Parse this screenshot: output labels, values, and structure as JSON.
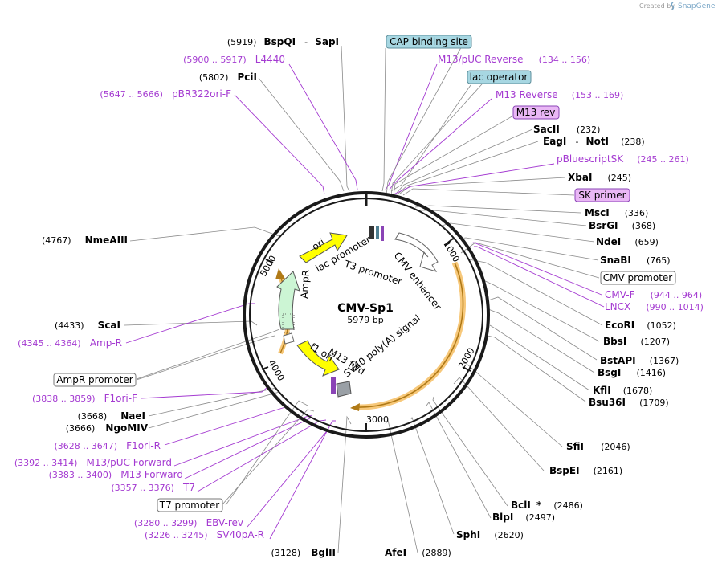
{
  "credit": {
    "created_by": "Created by",
    "brand": "SnapGene"
  },
  "plasmid": {
    "name": "CMV-Sp1",
    "size": "5979 bp"
  },
  "ticks": [
    "1000",
    "2000",
    "3000",
    "4000",
    "5000"
  ],
  "inner_features": {
    "ori": "ori",
    "lac_promoter": "lac promoter",
    "t3_promoter": "T3 promoter",
    "cmv_enhancer": "CMV enhancer",
    "ampr": "AmpR",
    "f1_ori": "f1 ori",
    "m13_fwd": "M13 fwd",
    "sv40": "SV40 poly(A) signal"
  },
  "labels": {
    "l01": {
      "pos": "(5919)",
      "name": "BspQI",
      "dash": "-",
      "name2": "SapI"
    },
    "l02": {
      "range": "(5900 .. 5917)",
      "name": "L4440"
    },
    "l03": {
      "pos": "(5802)",
      "name": "PciI"
    },
    "l04": {
      "range": "(5647 .. 5666)",
      "name": "pBR322ori-F"
    },
    "l05": {
      "name": "NmeAIII",
      "pos": "(4767)"
    },
    "l06": {
      "name": "ScaI",
      "pos": "(4433)"
    },
    "l07": {
      "range": "(4345 .. 4364)",
      "name": "Amp-R"
    },
    "l08": {
      "name": "AmpR promoter"
    },
    "l09": {
      "range": "(3838 .. 3859)",
      "name": "F1ori-F"
    },
    "l10": {
      "pos": "(3668)",
      "name": "NaeI"
    },
    "l11": {
      "pos": "(3666)",
      "name": "NgoMIV"
    },
    "l12": {
      "range": "(3628 .. 3647)",
      "name": "F1ori-R"
    },
    "l13": {
      "range": "(3392 .. 3414)",
      "name": "M13/pUC Forward"
    },
    "l14": {
      "range": "(3383 .. 3400)",
      "name": "M13 Forward"
    },
    "l15": {
      "range": "(3357 .. 3376)",
      "name": "T7"
    },
    "l16": {
      "name": "T7 promoter"
    },
    "l17": {
      "range": "(3280 .. 3299)",
      "name": "EBV-rev"
    },
    "l18": {
      "range": "(3226 .. 3245)",
      "name": "SV40pA-R"
    },
    "l19": {
      "pos": "(3128)",
      "name": "BglII"
    },
    "r01": {
      "name": "CAP binding site"
    },
    "r02": {
      "name": "M13/pUC Reverse",
      "range": "(134 .. 156)"
    },
    "r03": {
      "name": "lac operator"
    },
    "r04": {
      "name": "M13 Reverse",
      "range": "(153 .. 169)"
    },
    "r05": {
      "name": "M13 rev"
    },
    "r06": {
      "name": "SacII",
      "pos": "(232)"
    },
    "r07": {
      "name": "EagI",
      "dash": "-",
      "name2": "NotI",
      "pos": "(238)"
    },
    "r08": {
      "name": "pBluescriptSK",
      "range": "(245 .. 261)"
    },
    "r09": {
      "name": "XbaI",
      "pos": "(245)"
    },
    "r10": {
      "name": "SK primer"
    },
    "r11": {
      "name": "MscI",
      "pos": "(336)"
    },
    "r12": {
      "name": "BsrGI",
      "pos": "(368)"
    },
    "r13": {
      "name": "NdeI",
      "pos": "(659)"
    },
    "r14": {
      "name": "SnaBI",
      "pos": "(765)"
    },
    "r15": {
      "name": "CMV promoter"
    },
    "r16": {
      "name": "CMV-F",
      "range": "(944 .. 964)"
    },
    "r17": {
      "name": "LNCX",
      "range": "(990 .. 1014)"
    },
    "r18": {
      "name": "EcoRI",
      "pos": "(1052)"
    },
    "r19": {
      "name": "BbsI",
      "pos": "(1207)"
    },
    "r20": {
      "name": "BstAPI",
      "pos": "(1367)"
    },
    "r21": {
      "name": "BsgI",
      "pos": "(1416)"
    },
    "r22": {
      "name": "KflI",
      "pos": "(1678)"
    },
    "r23": {
      "name": "Bsu36I",
      "pos": "(1709)"
    },
    "r24": {
      "name": "SfiI",
      "pos": "(2046)"
    },
    "r25": {
      "name": "BspEI",
      "pos": "(2161)"
    },
    "r26": {
      "name": "BclI",
      "star": "*",
      "pos": "(2486)"
    },
    "r27": {
      "name": "BlpI",
      "pos": "(2497)"
    },
    "r28": {
      "name": "SphI",
      "pos": "(2620)"
    },
    "r29": {
      "name": "AfeI",
      "pos": "(2889)"
    }
  },
  "colors": {
    "enzyme": "#000000",
    "primer": "#a43ad1",
    "ori_arrow": "#ffff00",
    "ampr_arrow": "#ccf5d4",
    "orf_highlight": "#f7c87a",
    "promoter_box": "#ffffff",
    "cap_box": "#a7d7e2",
    "primer_box": "#e9b7f5"
  }
}
